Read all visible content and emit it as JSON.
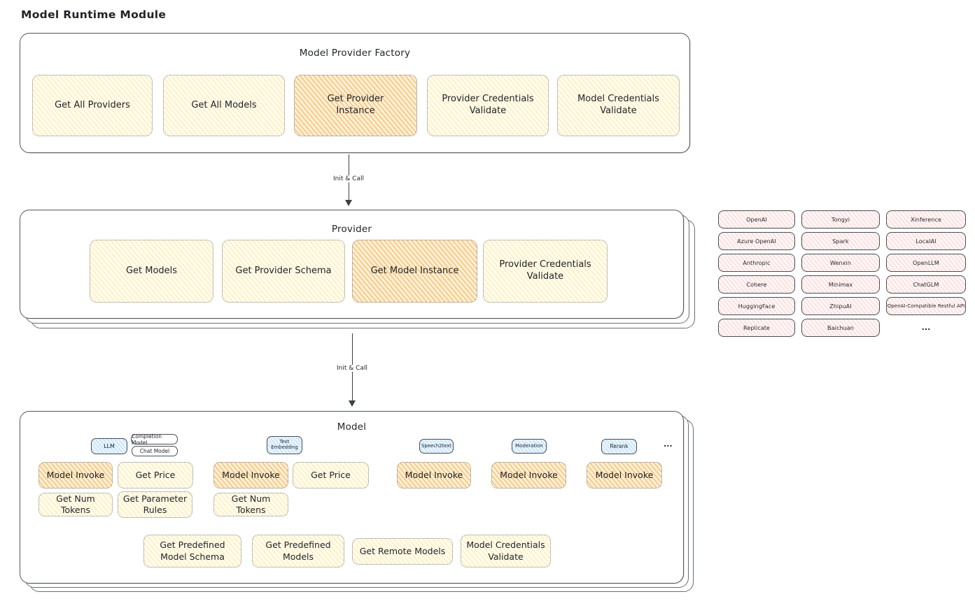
{
  "page": {
    "title": "Model Runtime Module"
  },
  "colors": {
    "ink": "#1f2328",
    "accent_yellow": "#ffe9a8",
    "accent_orange": "#f6a63c",
    "accent_pink": "#ff9696",
    "accent_blue": "#82bef0",
    "panel_border": "#55595e"
  },
  "factory": {
    "title": "Model Provider Factory",
    "methods": [
      {
        "label": "Get All Providers",
        "highlighted": false
      },
      {
        "label": "Get All Models",
        "highlighted": false
      },
      {
        "label": "Get Provider Instance",
        "highlighted": true
      },
      {
        "label": "Provider Credentials Validate",
        "highlighted": false
      },
      {
        "label": "Model Credentials Validate",
        "highlighted": false
      }
    ]
  },
  "arrows": [
    {
      "label": "Init & Call"
    },
    {
      "label": "Init & Call"
    }
  ],
  "provider": {
    "title": "Provider",
    "methods": [
      {
        "label": "Get Models",
        "highlighted": false
      },
      {
        "label": "Get Provider Schema",
        "highlighted": false
      },
      {
        "label": "Get Model Instance",
        "highlighted": true
      },
      {
        "label": "Provider Credentials Validate",
        "highlighted": false
      }
    ]
  },
  "providers_list": {
    "items": [
      "OpenAI",
      "Tongyi",
      "Xinference",
      "Azure OpenAI",
      "Spark",
      "LocalAI",
      "Anthropic",
      "Wenxin",
      "OpenLLM",
      "Cohere",
      "Minimax",
      "ChatGLM",
      "HuggingFace",
      "ZhipuAI",
      "OpenAI-Compatible Restful API",
      "Replicate",
      "Baichuan",
      "..."
    ]
  },
  "model": {
    "title": "Model",
    "types": {
      "llm": "LLM",
      "completion": "Completion Model",
      "chat": "Chat Model",
      "text_embedding": "Text Embedding",
      "speech2text": "Speech2text",
      "moderation": "Moderation",
      "rerank": "Rerank",
      "more": "..."
    },
    "methods": {
      "llm_invoke": "Model Invoke",
      "llm_price": "Get Price",
      "llm_tokens": "Get Num Tokens",
      "llm_params": "Get Parameter Rules",
      "te_invoke": "Model Invoke",
      "te_price": "Get Price",
      "te_tokens": "Get Num Tokens",
      "s2t_invoke": "Model Invoke",
      "mod_invoke": "Model Invoke",
      "rerank_invoke": "Model Invoke",
      "predefined_schema": "Get Predefined Model Schema",
      "predefined_models": "Get Predefined Models",
      "remote_models": "Get Remote Models",
      "credentials_validate": "Model Credentials Validate"
    }
  }
}
